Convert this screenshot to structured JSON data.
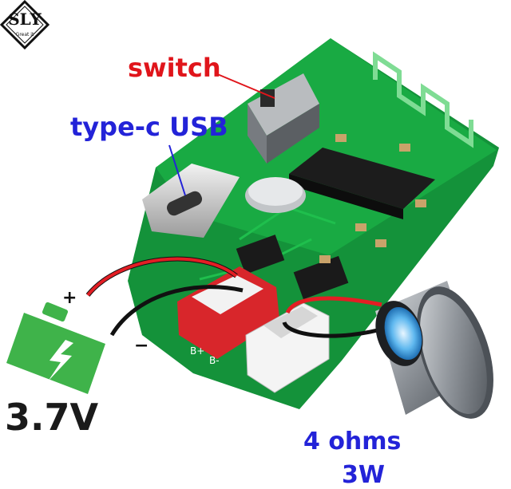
{
  "logo": {
    "text": "SLY",
    "tagline": "Great it"
  },
  "labels": {
    "switch": "switch",
    "usb": "type-c USB",
    "voltage": "3.7V",
    "speaker_ohms": "4 ohms",
    "speaker_watts": "3W"
  },
  "battery": {
    "plus": "+",
    "minus": "−",
    "icon": "lightning-bolt-icon"
  },
  "pcb": {
    "pad_plus": "B+",
    "pad_minus": "B-"
  },
  "colors": {
    "pcb_green": "#16a23c",
    "battery_green": "#3fb34a",
    "label_red": "#e0151b",
    "label_blue": "#2323d8",
    "connector_red": "#d8262b"
  }
}
